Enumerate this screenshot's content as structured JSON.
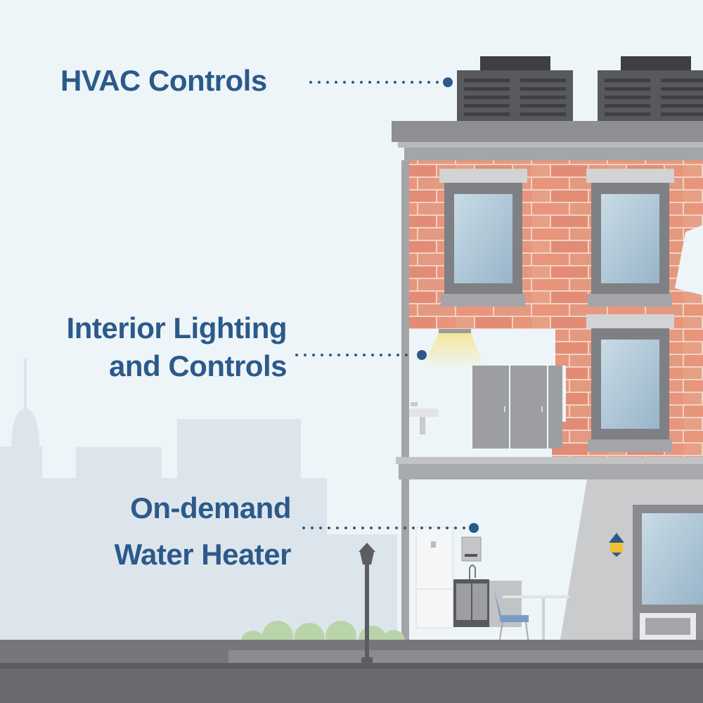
{
  "callouts": {
    "hvac": "HVAC Controls",
    "lighting_line1": "Interior Lighting",
    "lighting_line2": "and Controls",
    "water_line1": "On-demand",
    "water_line2": "Water Heater"
  },
  "colors": {
    "label": "#2b5a8a",
    "brick": "#e8957c",
    "sky": "#eef5f8",
    "skyline": "#dde5ec"
  }
}
